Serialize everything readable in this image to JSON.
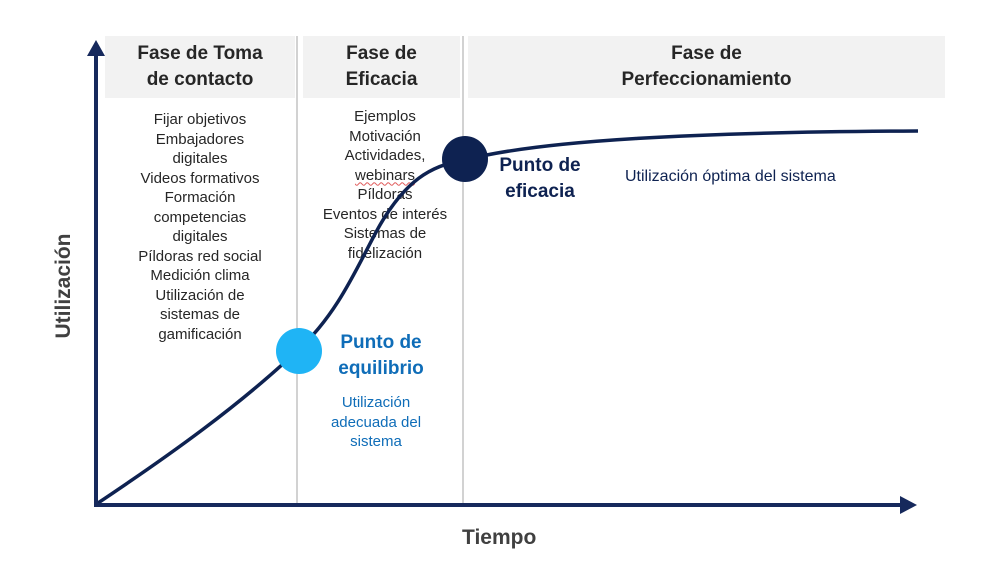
{
  "colors": {
    "curve": "#0e2251",
    "axis": "#16295c",
    "dark_point": "#0e2251",
    "light_point": "#1fb4f5",
    "equilibrium_text": "#0f6db8",
    "phase_header_bg": "#f2f2f2",
    "divider": "#a6a6a6"
  },
  "axes": {
    "y_label": "Utilización",
    "x_label": "Tiempo"
  },
  "phases": [
    {
      "title_lines": [
        "Fase de Toma",
        "de contacto"
      ],
      "activities": [
        "Fijar objetivos",
        "Embajadores",
        "digitales",
        "Videos formativos",
        "Formación",
        "competencias",
        "digitales",
        "Píldoras red social",
        "Medición clima",
        "Utilización de",
        "sistemas de",
        "gamificación"
      ]
    },
    {
      "title_lines": [
        "Fase de",
        "Eficacia"
      ],
      "activities": [
        "Ejemplos",
        "Motivación",
        "Actividades,",
        "webinars",
        "Píldoras",
        "Eventos de interés",
        "Sistemas de",
        "fidelización"
      ]
    },
    {
      "title_lines": [
        "Fase de",
        "Perfeccionamiento"
      ],
      "activities": []
    }
  ],
  "points": {
    "equilibrium": {
      "title_lines": [
        "Punto de",
        "equilibrio"
      ],
      "note_lines": [
        "Utilización",
        "adecuada del",
        "sistema"
      ]
    },
    "efficacy": {
      "title_lines": [
        "Punto de",
        "eficacia"
      ],
      "note": "Utilización óptima del sistema"
    }
  }
}
